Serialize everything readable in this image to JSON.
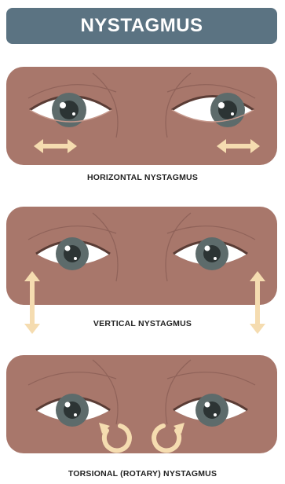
{
  "title": "NYSTAGMUS",
  "colors": {
    "title_bar": "#5b7382",
    "skin": "#a8776b",
    "skin_shadow": "#8f6259",
    "iris": "#5d6b6b",
    "arrow": "#f5dcb0"
  },
  "panels": [
    {
      "caption": "HORIZONTAL NYSTAGMUS",
      "movement": "horizontal",
      "icon": "double-horizontal-arrow-icon"
    },
    {
      "caption": "VERTICAL NYSTAGMUS",
      "movement": "vertical",
      "icon": "double-vertical-arrow-icon"
    },
    {
      "caption": "TORSIONAL (ROTARY) NYSTAGMUS",
      "movement": "torsional",
      "icon": "circular-arrow-icon"
    }
  ]
}
